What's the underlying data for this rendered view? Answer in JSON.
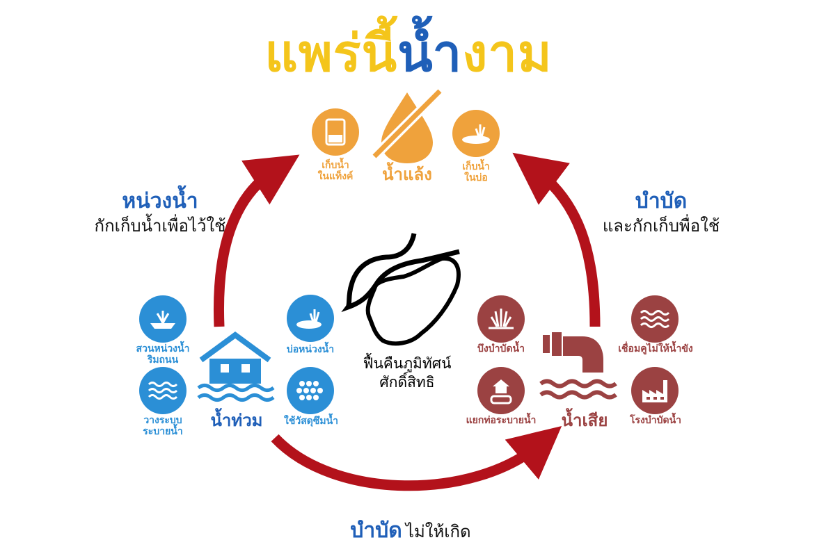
{
  "title": {
    "part1": "แพร่นี้",
    "part2": "น้ำ",
    "part3": "งาม"
  },
  "drought": {
    "label": "น้ำแล้ง",
    "tank_label_1": "เก็บน้ำ",
    "tank_label_2": "ในแท็งค์",
    "pond_label_1": "เก็บน้ำ",
    "pond_label_2": "ในบ่อ"
  },
  "left_arrow": {
    "head": "หน่วงน้ำ",
    "sub": "กักเก็บน้ำเพื่อไว้ใช้"
  },
  "right_arrow": {
    "head": "บำบัด",
    "sub": "และกักเก็บพื่อใช้"
  },
  "bottom_arrow": {
    "head": "บำบัด",
    "sub": "ไม่ให้เกิด"
  },
  "center": {
    "line1": "ฟื้นคืนภูมิทัศน์",
    "line2": "ศักดิ์สิทธิ"
  },
  "flood": {
    "label": "น้ำท่วม",
    "garden_1": "สวนหน่วงน้ำ",
    "garden_2": "ริมถนน",
    "drain_1": "วางระบบ",
    "drain_2": "ระบายน้ำ",
    "pond": "บ่อหน่วงน้ำ",
    "permeable": "ใช้วัสดุซึมน้ำ"
  },
  "wastewater": {
    "label": "น้ำเสีย",
    "wetland": "บึงบำบัดน้ำ",
    "separate_pipe": "แยกท่อระบายน้ำ",
    "connect": "เชื่อมคูไม่ให้น้ำขัง",
    "plant": "โรงบำบัดน้ำ"
  },
  "colors": {
    "yellow": "#f4c51b",
    "navy": "#1f5fb8",
    "blue": "#2b8fd6",
    "orange": "#efa23c",
    "maroon": "#9b4242",
    "arrow": "#b3121b"
  }
}
